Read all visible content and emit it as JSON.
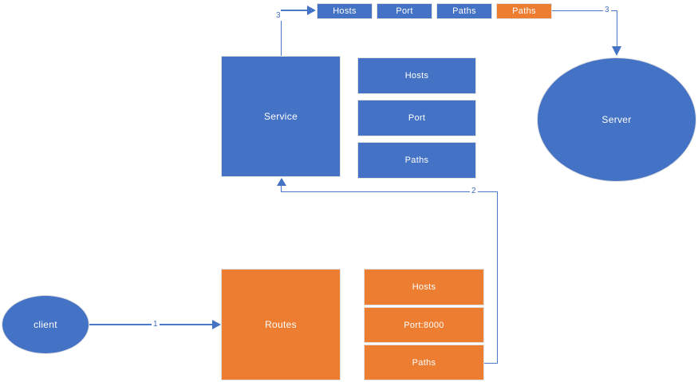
{
  "colors": {
    "node_blue": "#4472C4",
    "node_orange": "#ED7D31",
    "connector_blue": "#4a7ac7",
    "text": "#ffffff"
  },
  "top_row": {
    "items": [
      {
        "label": "Hosts",
        "color": "blue"
      },
      {
        "label": "Port",
        "color": "blue"
      },
      {
        "label": "Paths",
        "color": "blue"
      },
      {
        "label": "Paths",
        "color": "orange"
      }
    ]
  },
  "service": {
    "label": "Service",
    "properties": [
      {
        "label": "Hosts"
      },
      {
        "label": "Port"
      },
      {
        "label": "Paths"
      }
    ]
  },
  "server": {
    "label": "Server"
  },
  "client": {
    "label": "client"
  },
  "routes": {
    "label": "Routes",
    "properties": [
      {
        "label": "Hosts"
      },
      {
        "label": "Port:8000"
      },
      {
        "label": "Paths"
      }
    ]
  },
  "connectors": {
    "client_to_routes": {
      "label": "1"
    },
    "routes_to_service": {
      "label": "2"
    },
    "service_to_top_row": {
      "label": "3"
    },
    "top_row_to_server": {
      "label": "3"
    }
  }
}
